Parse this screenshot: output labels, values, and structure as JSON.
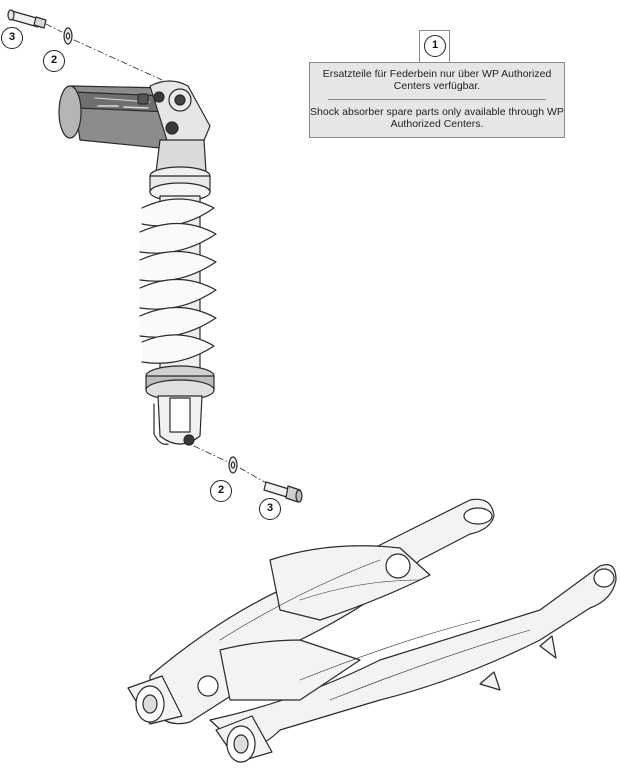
{
  "note": {
    "callout": "1",
    "text_de": "Ersatzteile für Federbein nur über WP Authorized Centers verfügbar.",
    "text_en": "Shock absorber spare parts only available through WP Authorized Centers."
  },
  "callouts": {
    "bolt_top": "3",
    "washer_top": "2",
    "washer_bottom": "2",
    "bolt_bottom": "3"
  },
  "colors": {
    "line": "#2a2a2a",
    "part_fill": "#f3f3f3",
    "shade": "#bdbdbd",
    "reservoir_dark": "#7a7a7a"
  }
}
